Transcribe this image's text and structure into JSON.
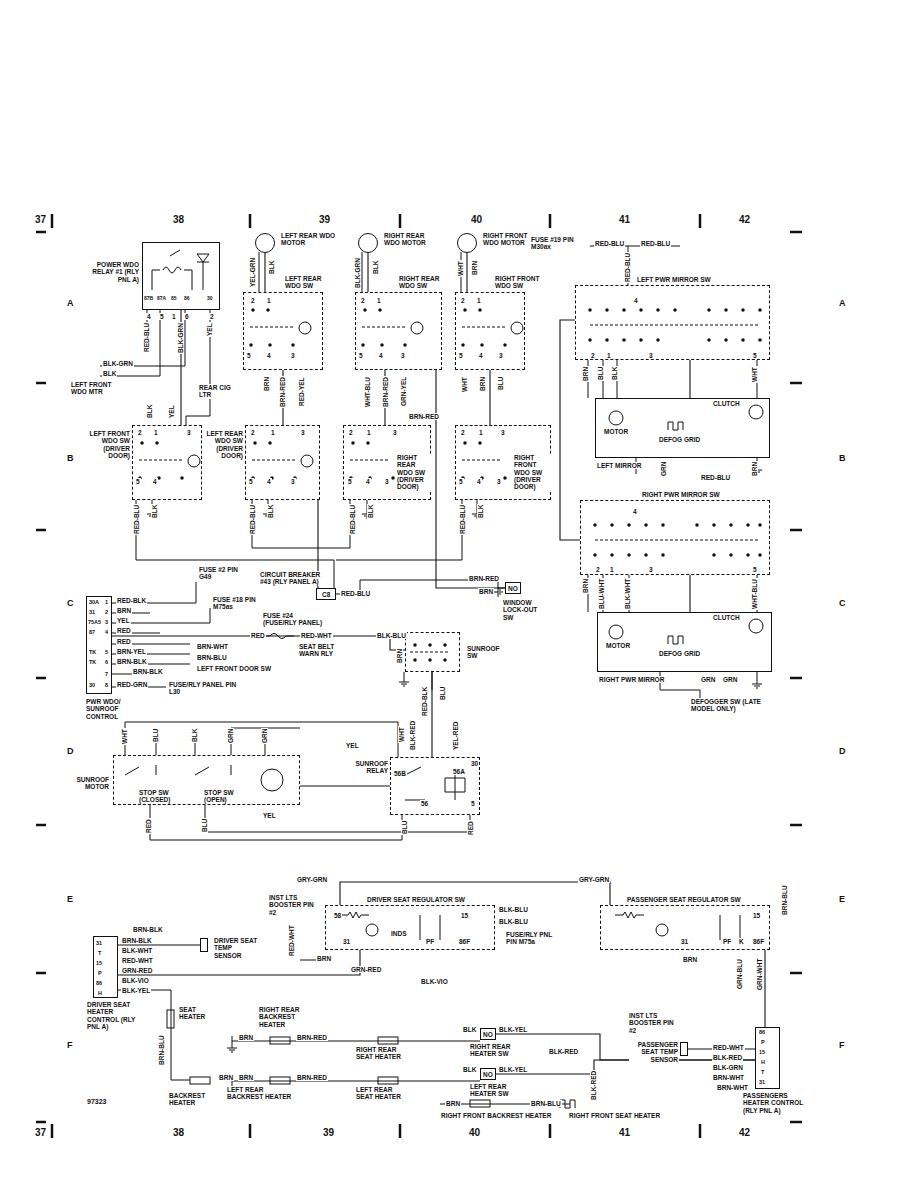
{
  "diagram": {
    "nodes": [
      {
        "text": [
          "POWER WDO RELAY #1 (RLY PNL A)"
        ]
      },
      {
        "text": [
          "LEFT REAR WDO MOTOR"
        ]
      },
      {
        "text": [
          "LEFT REAR WDO SW"
        ]
      },
      {
        "text": [
          "RIGHT REAR WDO MOTOR"
        ]
      },
      {
        "text": [
          "RIGHT REAR WDO SW"
        ]
      },
      {
        "text": [
          "RIGHT FRONT WDO MOTOR"
        ]
      },
      {
        "text": [
          "RIGHT FRONT WDO SW"
        ]
      },
      {
        "text": [
          "LEFT FRONT WDO SW (DRIVER DOOR)"
        ]
      },
      {
        "text": [
          "LEFT REAR WDO SW (DRIVER DOOR)"
        ]
      },
      {
        "text": [
          "RIGHT REAR WDO SW (DRIVER DOOR)"
        ]
      },
      {
        "text": [
          "RIGHT FRONT WDO SW (DRIVER DOOR)"
        ]
      },
      {
        "text": [
          "LEFT PWR MIRROR SW"
        ]
      },
      {
        "text": [
          "LEFT MIRROR"
        ]
      },
      {
        "text": [
          "RIGHT PWR MIRROR SW"
        ]
      },
      {
        "text": [
          "RIGHT PWR MIRROR"
        ]
      },
      {
        "text": [
          "NO",
          "WINDOW LOCK-OUT SW"
        ]
      },
      {
        "text": [
          "CIRCUIT BREAKER #43 (RLY PANEL A)",
          "C8"
        ]
      },
      {
        "text": [
          "PWR WDO/ SUNROOF CONTROL"
        ]
      },
      {
        "text": [
          "SUNROOF SW"
        ]
      },
      {
        "text": [
          "SUNROOF MOTOR"
        ]
      },
      {
        "text": [
          "SUNROOF RELAY"
        ]
      },
      {
        "text": [
          "DRIVER SEAT REGULATOR SW"
        ]
      },
      {
        "text": [
          "PASSENGER SEAT REGULATOR SW"
        ]
      },
      {
        "text": [
          "DRIVER SEAT HEATER CONTROL (RLY PNL A)"
        ]
      },
      {
        "text": [
          "PASSENGERS HEATER CONTROL (RLY PNL A)"
        ]
      },
      {
        "text": [
          "NO",
          "RIGHT REAR HEATER SW"
        ]
      },
      {
        "text": [
          "NO",
          "LEFT REAR HEATER SW"
        ]
      },
      {
        "text": [
          "DRIVER SEAT TEMP SENSOR"
        ]
      },
      {
        "text": [
          "PASSENGER SEAT TEMP SENSOR"
        ]
      }
    ],
    "edges": [
      {
        "from": 1,
        "to": 2,
        "arrow": "none"
      },
      {
        "from": 3,
        "to": 4,
        "arrow": "none"
      },
      {
        "from": 5,
        "to": 6,
        "arrow": "none"
      },
      {
        "from": 2,
        "to": 8,
        "arrow": "none"
      },
      {
        "from": 4,
        "to": 9,
        "arrow": "none"
      },
      {
        "from": 6,
        "to": 10,
        "arrow": "none"
      },
      {
        "from": 0,
        "to": 7,
        "arrow": "none"
      },
      {
        "from": 11,
        "to": 12,
        "arrow": "none"
      },
      {
        "from": 13,
        "to": 14,
        "arrow": "none"
      },
      {
        "from": 11,
        "to": 13,
        "arrow": "none"
      },
      {
        "from": 17,
        "to": 18,
        "arrow": "none"
      },
      {
        "from": 18,
        "to": 20,
        "arrow": "none"
      },
      {
        "from": 20,
        "to": 19,
        "arrow": "none"
      },
      {
        "from": 16,
        "to": 8,
        "arrow": "none"
      },
      {
        "from": 15,
        "to": 4,
        "arrow": "none"
      },
      {
        "from": 23,
        "to": 21,
        "arrow": "none"
      },
      {
        "from": 21,
        "to": 22,
        "arrow": "none"
      },
      {
        "from": 22,
        "to": 24,
        "arrow": "none"
      },
      {
        "from": 27,
        "to": 23,
        "arrow": "none"
      },
      {
        "from": 28,
        "to": 24,
        "arrow": "none"
      },
      {
        "from": 25,
        "to": 24,
        "arrow": "none"
      },
      {
        "from": 26,
        "to": 24,
        "arrow": "none"
      }
    ],
    "labels": [
      "37",
      "38",
      "39",
      "40",
      "41",
      "42",
      "37",
      "38",
      "39",
      "40",
      "41",
      "42",
      "A",
      "B",
      "C",
      "D",
      "E",
      "F",
      "A",
      "B",
      "C",
      "D",
      "E",
      "F",
      "97323",
      "87B",
      "87A",
      "85",
      "86",
      "30",
      "4",
      "5",
      "1",
      "6",
      "2",
      "RED-BLU",
      "BLK-GRN",
      "YEL",
      "BLK-GRN",
      "BLK",
      "LEFT FRONT WDO MTR",
      "BLK",
      "YEL",
      "2",
      "1",
      "3",
      "5",
      "4",
      "RED-BLU",
      "BLK",
      "YEL-GRN",
      "BLK",
      "2",
      "1",
      "5",
      "4",
      "3",
      "BRN",
      "BRN-RED",
      "RED-YEL",
      "REAR CIG LTR",
      "2",
      "1",
      "3",
      "5",
      "4",
      "3",
      "RED-BLU",
      "BLK",
      "BLK-GRN",
      "BLK",
      "2",
      "1",
      "5",
      "4",
      "3",
      "WHT-BLU",
      "BRN-RED",
      "GRN-YEL",
      "BRN-RED",
      "2",
      "1",
      "3",
      "5",
      "4",
      "3",
      "RED-BLU",
      "BLK",
      "WHT",
      "BRN",
      "2",
      "1",
      "5",
      "4",
      "3",
      "WHT",
      "BRN",
      "BLU",
      "2",
      "1",
      "3",
      "5",
      "4",
      "3",
      "RED-BLU",
      "BLK",
      "FUSE #19 PIN M30ax",
      "RED-BLU",
      "RED-BLU",
      "RED-BLU",
      "4",
      "2",
      "1",
      "3",
      "5",
      "BRN",
      "BLU",
      "BLK",
      "WHT",
      "MOTOR",
      "CLUTCH",
      "DEFOG GRID",
      "GRN",
      "BRN",
      "RED-BLU",
      "4",
      "2",
      "1",
      "3",
      "5",
      "BRN",
      "BLU-WHT",
      "BLK-WHT",
      "WHT-BLU",
      "MOTOR",
      "CLUTCH",
      "DEFOG GRID",
      "GRN",
      "GRN",
      "DEFOGGER SW (LATE MODEL ONLY)",
      "FUSE #2 PIN G49",
      "FUSE #18 PIN M75as",
      "RED-BLU",
      "FUSE #24 (FUSE/RLY PANEL)",
      "RED",
      "RED-WHT",
      "BLK-BLU",
      "BRN-RED",
      "BRN",
      "30A",
      "1",
      "31",
      "2",
      "75A5",
      "3",
      "87",
      "4",
      "TK",
      "5",
      "TK",
      "6",
      "7",
      "30",
      "8",
      "RED-BLK",
      "BRN",
      "YEL",
      "RED",
      "RED",
      "BRN-YEL",
      "BRN-BLK",
      "BRN-BLK",
      "RED-GRN",
      "BRN-WHT",
      "BRN-BLU",
      "SEAT BELT WARN RLY",
      "LEFT FRONT DOOR SW",
      "FUSE/RLY PANEL PIN L30",
      "BRN",
      "RED-BLK",
      "BLU",
      "WHT",
      "BLU",
      "BLK",
      "GRN",
      "GRN",
      "STOP SW (CLOSED)",
      "STOP SW (OPEN)",
      "RED",
      "BLU",
      "YEL",
      "YEL",
      "WHT",
      "BLK-RED",
      "YEL-RED",
      "56B",
      "56A",
      "30",
      "56",
      "5",
      "BLU",
      "RED",
      "GRY-GRN",
      "INST LTS BOOSTER PIN #2",
      "RED-WHT",
      "58",
      "31",
      "INDS",
      "15",
      "PF",
      "86F",
      "BLK-BLU",
      "BLK-BLU",
      "FUSE/RLY PNL PIN M75a",
      "BRN",
      "GRN-RED",
      "BLK-VIO",
      "GRY-GRN",
      "15",
      "31",
      "PF",
      "K",
      "86F",
      "BRN-BLU",
      "BRN",
      "GRN-BLU",
      "GRN-WHT",
      "31",
      "T",
      "15",
      "P",
      "86",
      "H",
      "BRN-BLK",
      "BRN-BLK",
      "BLK-WHT",
      "RED-WHT",
      "GRN-RED",
      "BLK-VIO",
      "BLK-YEL",
      "SEAT HEATER",
      "BRN-BLU",
      "BACKREST HEATER",
      "BRN",
      "86",
      "P",
      "15",
      "H",
      "T",
      "31",
      "RED-WHT",
      "BLK-RED",
      "BLK-GRN",
      "BRN-WHT",
      "BRN-WHT",
      "INST LTS BOOSTER PIN #2",
      "RIGHT REAR BACKREST HEATER",
      "BRN",
      "BRN-RED",
      "RIGHT REAR SEAT HEATER",
      "BLK",
      "BLK-YEL",
      "BLK-RED",
      "BRN",
      "BRN-RED",
      "LEFT REAR BACKREST HEATER",
      "LEFT REAR SEAT HEATER",
      "BLK",
      "BLK-YEL",
      "BLK-RED",
      "BRN",
      "BRN-BLU",
      "RIGHT FRONT BACKREST HEATER",
      "RIGHT FRONT SEAT HEATER"
    ]
  }
}
